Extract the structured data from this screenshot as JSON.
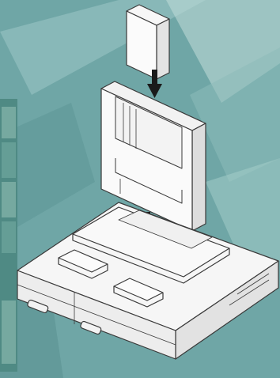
{
  "illustration": {
    "background_color": "#6fa6a6",
    "panel_color": "#8fbcbc",
    "line_color": "#3a3a3a",
    "shell_color": "#f4f4f4",
    "arrow_color": "#1a1a1a",
    "icons": [
      "game-pak-card",
      "arrow-down-icon",
      "game-cartridge",
      "arrow-down-icon",
      "console-unit"
    ]
  }
}
